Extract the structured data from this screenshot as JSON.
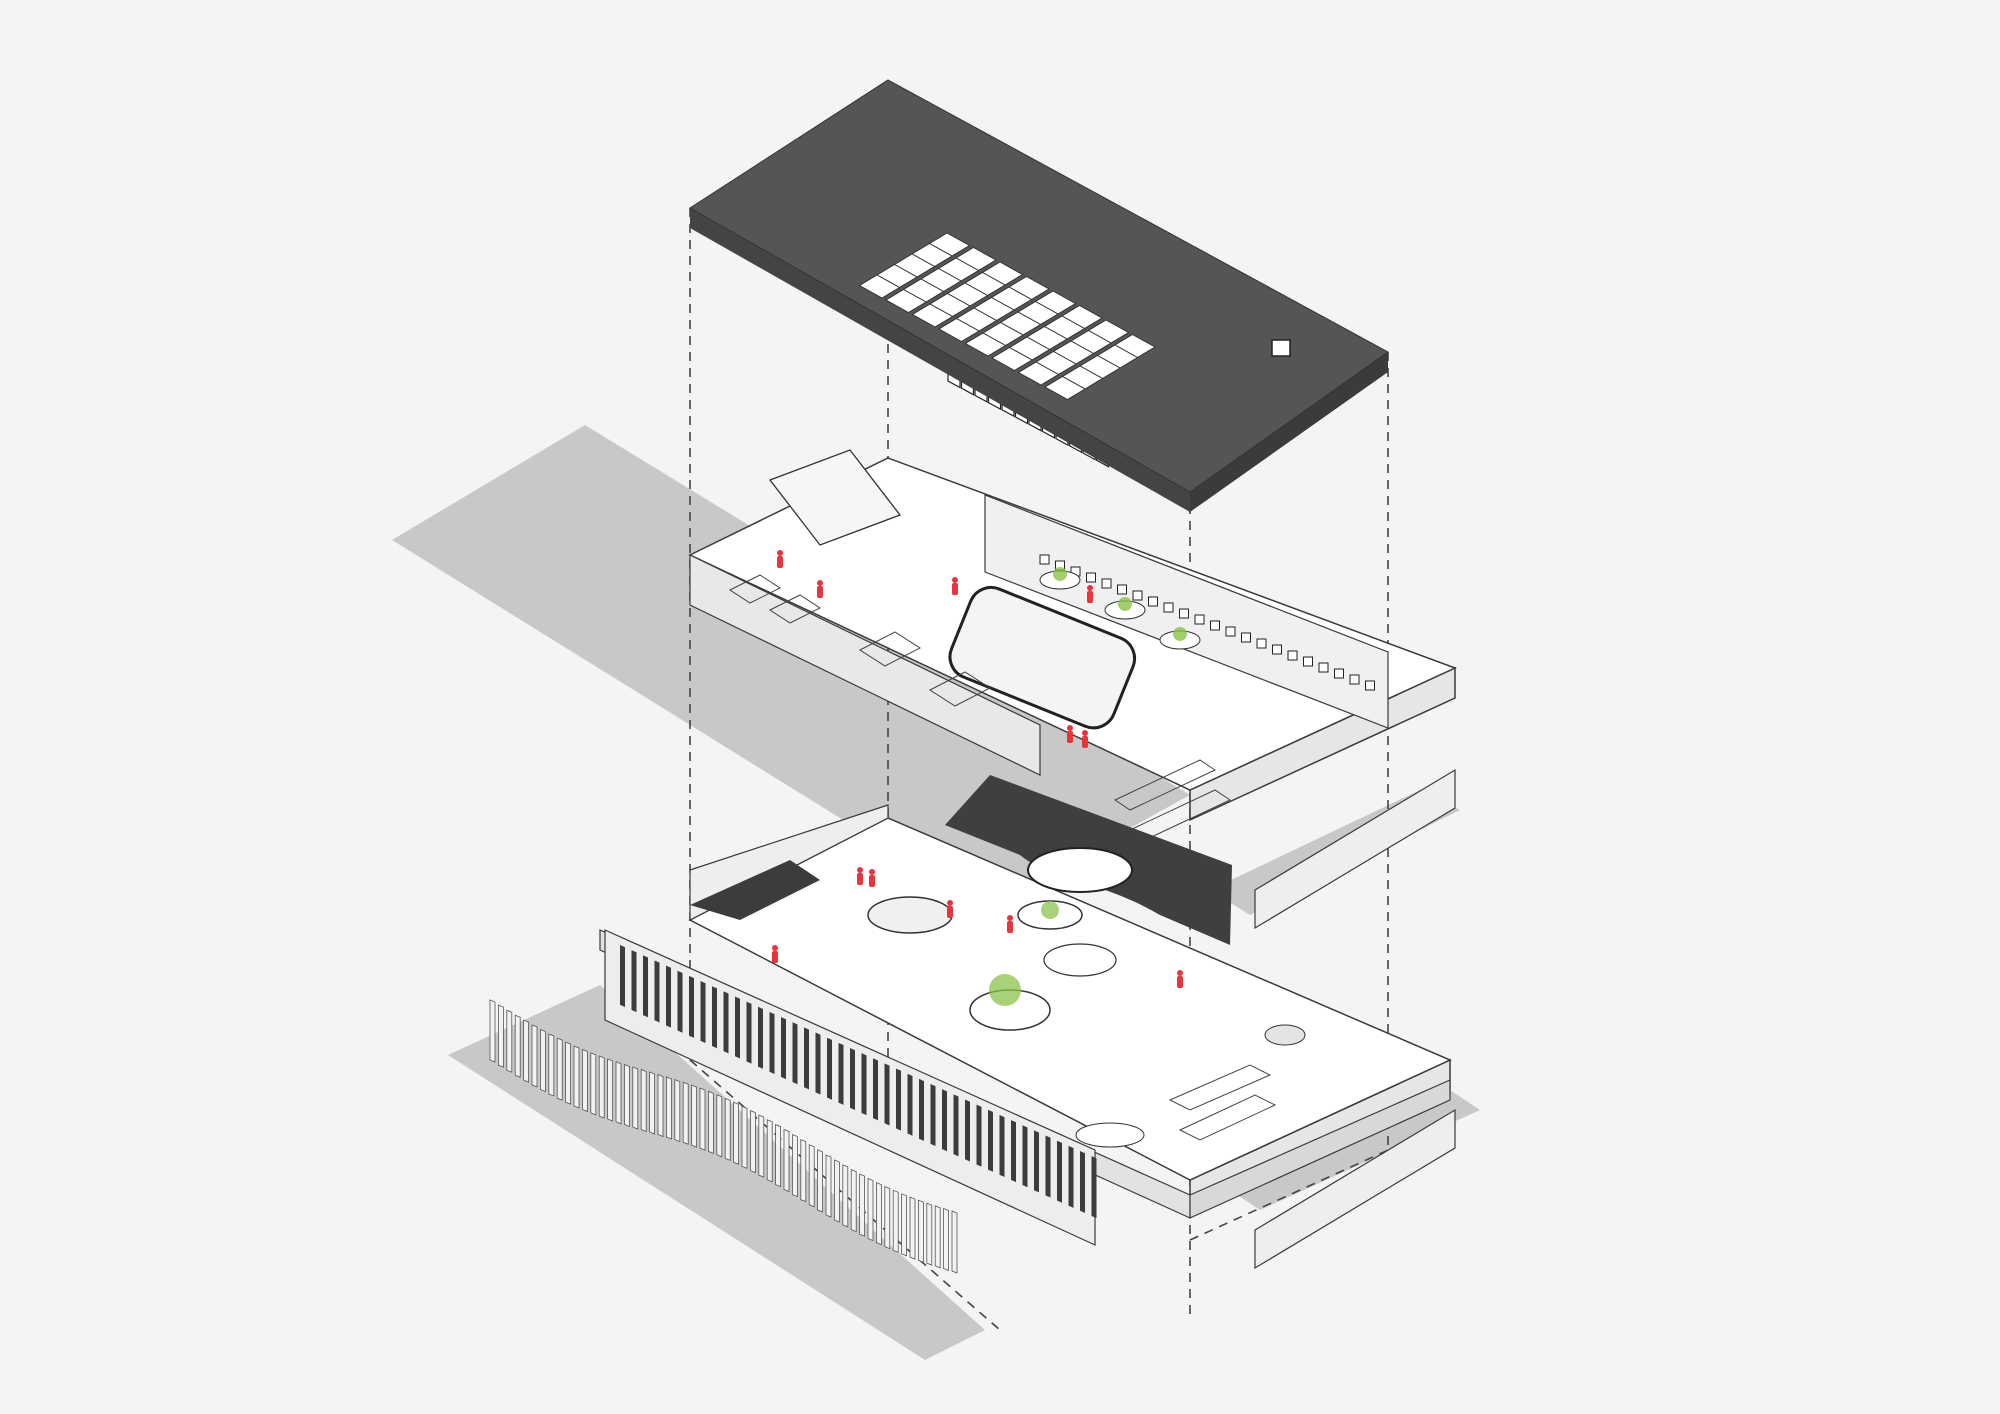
{
  "diagram": {
    "kind": "exploded-axonometric",
    "printed_text": "",
    "layers": [
      {
        "name": "roof"
      },
      {
        "name": "upper-floor"
      },
      {
        "name": "ground-floor"
      },
      {
        "name": "facade-screen"
      }
    ],
    "counts": {
      "skylight_rows": 5,
      "skylight_cols": 8,
      "clerestory_panes": 12,
      "facade_fins": 56
    },
    "colors": {
      "background": "#f4f4f4",
      "roof": "#555555",
      "shadow": "#c8c8c8",
      "slab": "#ffffff",
      "line": "#3a3a3a",
      "people": "#e8343c",
      "planting": "#8bc34a",
      "dark_panel": "#3c3c3c"
    }
  }
}
